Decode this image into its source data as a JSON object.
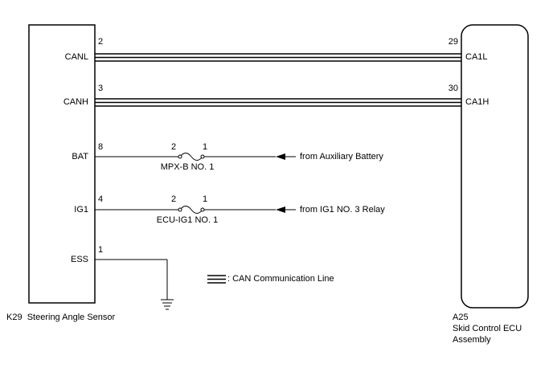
{
  "left_component": {
    "id": "K29",
    "name": "Steering Angle Sensor",
    "pins": [
      {
        "name": "CANL",
        "number": "2"
      },
      {
        "name": "CANH",
        "number": "3"
      },
      {
        "name": "BAT",
        "number": "8"
      },
      {
        "name": "IG1",
        "number": "4"
      },
      {
        "name": "ESS",
        "number": "1"
      }
    ]
  },
  "right_component": {
    "id": "A25",
    "name_line1": "Skid Control ECU",
    "name_line2": "Assembly",
    "pins": [
      {
        "name": "CA1L",
        "number": "29"
      },
      {
        "name": "CA1H",
        "number": "30"
      }
    ]
  },
  "fuses": [
    {
      "name": "MPX-B NO. 1",
      "pin_left": "2",
      "pin_right": "1",
      "source": "from Auxiliary Battery"
    },
    {
      "name": "ECU-IG1 NO. 1",
      "pin_left": "2",
      "pin_right": "1",
      "source": "from IG1 NO. 3 Relay"
    }
  ],
  "legend": {
    "label": ": CAN Communication Line"
  }
}
